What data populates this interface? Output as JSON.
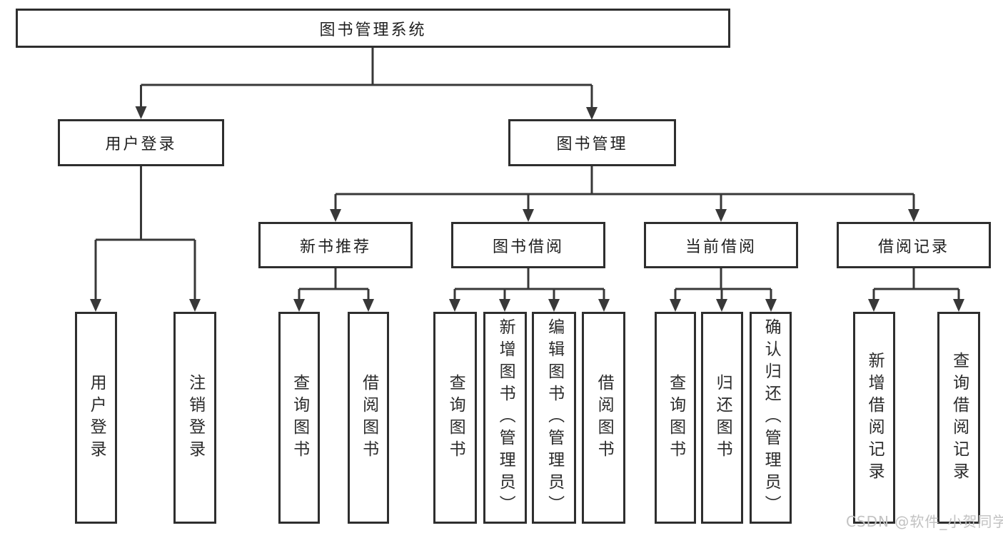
{
  "diagram": {
    "root": {
      "label": "图书管理系统"
    },
    "branches": [
      {
        "label": "用户登录",
        "children": [
          {
            "label": "用户登录"
          },
          {
            "label": "注销登录"
          }
        ]
      },
      {
        "label": "图书管理",
        "children": [
          {
            "label": "新书推荐",
            "children": [
              {
                "label": "查询图书"
              },
              {
                "label": "借阅图书"
              }
            ]
          },
          {
            "label": "图书借阅",
            "children": [
              {
                "label": "查询图书"
              },
              {
                "label": "新增图书（管理员）"
              },
              {
                "label": "编辑图书（管理员）"
              },
              {
                "label": "借阅图书"
              }
            ]
          },
          {
            "label": "当前借阅",
            "children": [
              {
                "label": "查询图书"
              },
              {
                "label": "归还图书"
              },
              {
                "label": "确认归还（管理员）"
              }
            ]
          },
          {
            "label": "借阅记录",
            "children": [
              {
                "label": "新增借阅记录"
              },
              {
                "label": "查询借阅记录"
              }
            ]
          }
        ]
      }
    ]
  },
  "watermark": {
    "text": "CSDN @软件_小贺同学"
  },
  "colors": {
    "line": "#383838",
    "box_border": "#2e2e2e",
    "text": "#1f1f1f",
    "leaf_text": "#2b2b2b",
    "watermark": "#c2c2c2",
    "background": "#ffffff"
  }
}
